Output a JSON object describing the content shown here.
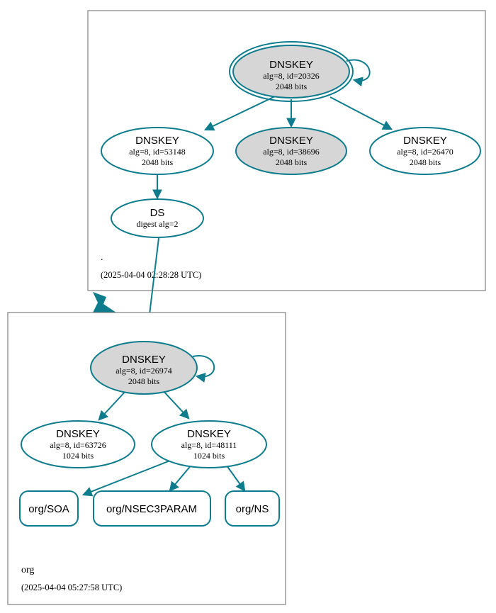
{
  "diagram": {
    "type": "dnssec-chain-of-trust",
    "accent_color": "#0e7c8c",
    "secure_fill": "#d6d6d6",
    "neutral_fill": "#ffffff",
    "box_border_color": "#808080"
  },
  "zones": [
    {
      "id": "root",
      "name": ".",
      "timestamp": "(2025-04-04 02:28:28 UTC)",
      "nodes": [
        {
          "id": "root-ksk-20326",
          "kind": "DNSKEY",
          "title": "DNSKEY",
          "line2": "alg=8, id=20326",
          "line3": "2048 bits",
          "fill": "gray",
          "double_ring": true,
          "self_signed": true
        },
        {
          "id": "root-zsk-53148",
          "kind": "DNSKEY",
          "title": "DNSKEY",
          "line2": "alg=8, id=53148",
          "line3": "2048 bits",
          "fill": "white",
          "double_ring": false,
          "self_signed": false
        },
        {
          "id": "root-zsk-38696",
          "kind": "DNSKEY",
          "title": "DNSKEY",
          "line2": "alg=8, id=38696",
          "line3": "2048 bits",
          "fill": "gray",
          "double_ring": false,
          "self_signed": false
        },
        {
          "id": "root-zsk-26470",
          "kind": "DNSKEY",
          "title": "DNSKEY",
          "line2": "alg=8, id=26470",
          "line3": "2048 bits",
          "fill": "white",
          "double_ring": false,
          "self_signed": false
        },
        {
          "id": "root-ds",
          "kind": "DS",
          "title": "DS",
          "line2": "digest alg=2",
          "line3": "",
          "fill": "white",
          "double_ring": false,
          "self_signed": false
        }
      ]
    },
    {
      "id": "org",
      "name": "org",
      "timestamp": "(2025-04-04 05:27:58 UTC)",
      "nodes": [
        {
          "id": "org-ksk-26974",
          "kind": "DNSKEY",
          "title": "DNSKEY",
          "line2": "alg=8, id=26974",
          "line3": "2048 bits",
          "fill": "gray",
          "double_ring": false,
          "self_signed": true
        },
        {
          "id": "org-zsk-63726",
          "kind": "DNSKEY",
          "title": "DNSKEY",
          "line2": "alg=8, id=63726",
          "line3": "1024 bits",
          "fill": "white",
          "double_ring": false,
          "self_signed": false
        },
        {
          "id": "org-zsk-48111",
          "kind": "DNSKEY",
          "title": "DNSKEY",
          "line2": "alg=8, id=48111",
          "line3": "1024 bits",
          "fill": "white",
          "double_ring": false,
          "self_signed": false
        }
      ],
      "rrsets": [
        {
          "id": "org-soa",
          "label": "org/SOA"
        },
        {
          "id": "org-nsec3param",
          "label": "org/NSEC3PARAM"
        },
        {
          "id": "org-ns",
          "label": "org/NS"
        }
      ]
    }
  ],
  "edges": [
    {
      "from": "root-ksk-20326",
      "to": "root-ksk-20326",
      "kind": "self-sign"
    },
    {
      "from": "root-ksk-20326",
      "to": "root-zsk-53148",
      "kind": "sign"
    },
    {
      "from": "root-ksk-20326",
      "to": "root-zsk-38696",
      "kind": "sign"
    },
    {
      "from": "root-ksk-20326",
      "to": "root-zsk-26470",
      "kind": "sign"
    },
    {
      "from": "root-zsk-53148",
      "to": "root-ds",
      "kind": "sign"
    },
    {
      "from": "root-ds",
      "to": "org-ksk-26974",
      "kind": "delegation"
    },
    {
      "from": "root",
      "to": "org",
      "kind": "zone-delegation"
    },
    {
      "from": "org-ksk-26974",
      "to": "org-ksk-26974",
      "kind": "self-sign"
    },
    {
      "from": "org-ksk-26974",
      "to": "org-zsk-63726",
      "kind": "sign"
    },
    {
      "from": "org-ksk-26974",
      "to": "org-zsk-48111",
      "kind": "sign"
    },
    {
      "from": "org-zsk-48111",
      "to": "org-soa",
      "kind": "sign"
    },
    {
      "from": "org-zsk-48111",
      "to": "org-nsec3param",
      "kind": "sign"
    },
    {
      "from": "org-zsk-48111",
      "to": "org-ns",
      "kind": "sign"
    }
  ]
}
